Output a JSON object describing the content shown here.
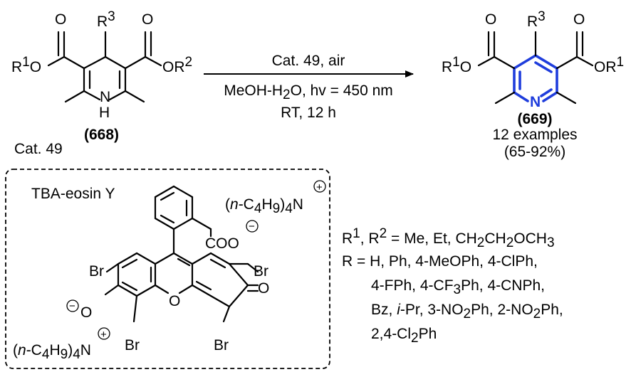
{
  "reaction": {
    "reactant_id": "(668)",
    "product_id": "(669)",
    "catalyst_label": "Cat. 49",
    "cond_line1": "Cat. 49, air",
    "cond_line2": "MeOH-H2O, hv = 450 nm",
    "cond_line3": "RT,  12 h",
    "examples": "12 examples",
    "yield_range": "(65-92%)"
  },
  "reactant_labels": {
    "r3": "R3",
    "left_ester": "R1O",
    "right_ester": "OR2",
    "nh": "N H",
    "carbonyl_o": "O"
  },
  "product_labels": {
    "r3": "R3",
    "left_ester": "R1O",
    "right_ester": "OR1",
    "ring_n": "N",
    "carbonyl_o": "O"
  },
  "catalyst": {
    "name": "TBA-eosin Y",
    "cation_top": "(n-C4H9)4N+",
    "cation_bottom": "(n-C4H9)4N+",
    "carboxylate": "COO−",
    "phenoxide": "−O",
    "ring_o": "O",
    "ketone_o": "O",
    "br": "Br"
  },
  "substituents": {
    "r_line1": "R1, R2 = Me, Et, CH2CH2OCH3",
    "r_line2": "R = H, Ph,  4-MeOPh, 4-ClPh,",
    "r_line3": "4-FPh, 4-CF3Ph, 4-CNPh,",
    "r_line4": "Bz, i-Pr, 3-NO2Ph, 2-NO2Ph,",
    "r_line5": "2,4-Cl2Ph"
  },
  "colors": {
    "pyridine_highlight": "#1f3ddc"
  }
}
